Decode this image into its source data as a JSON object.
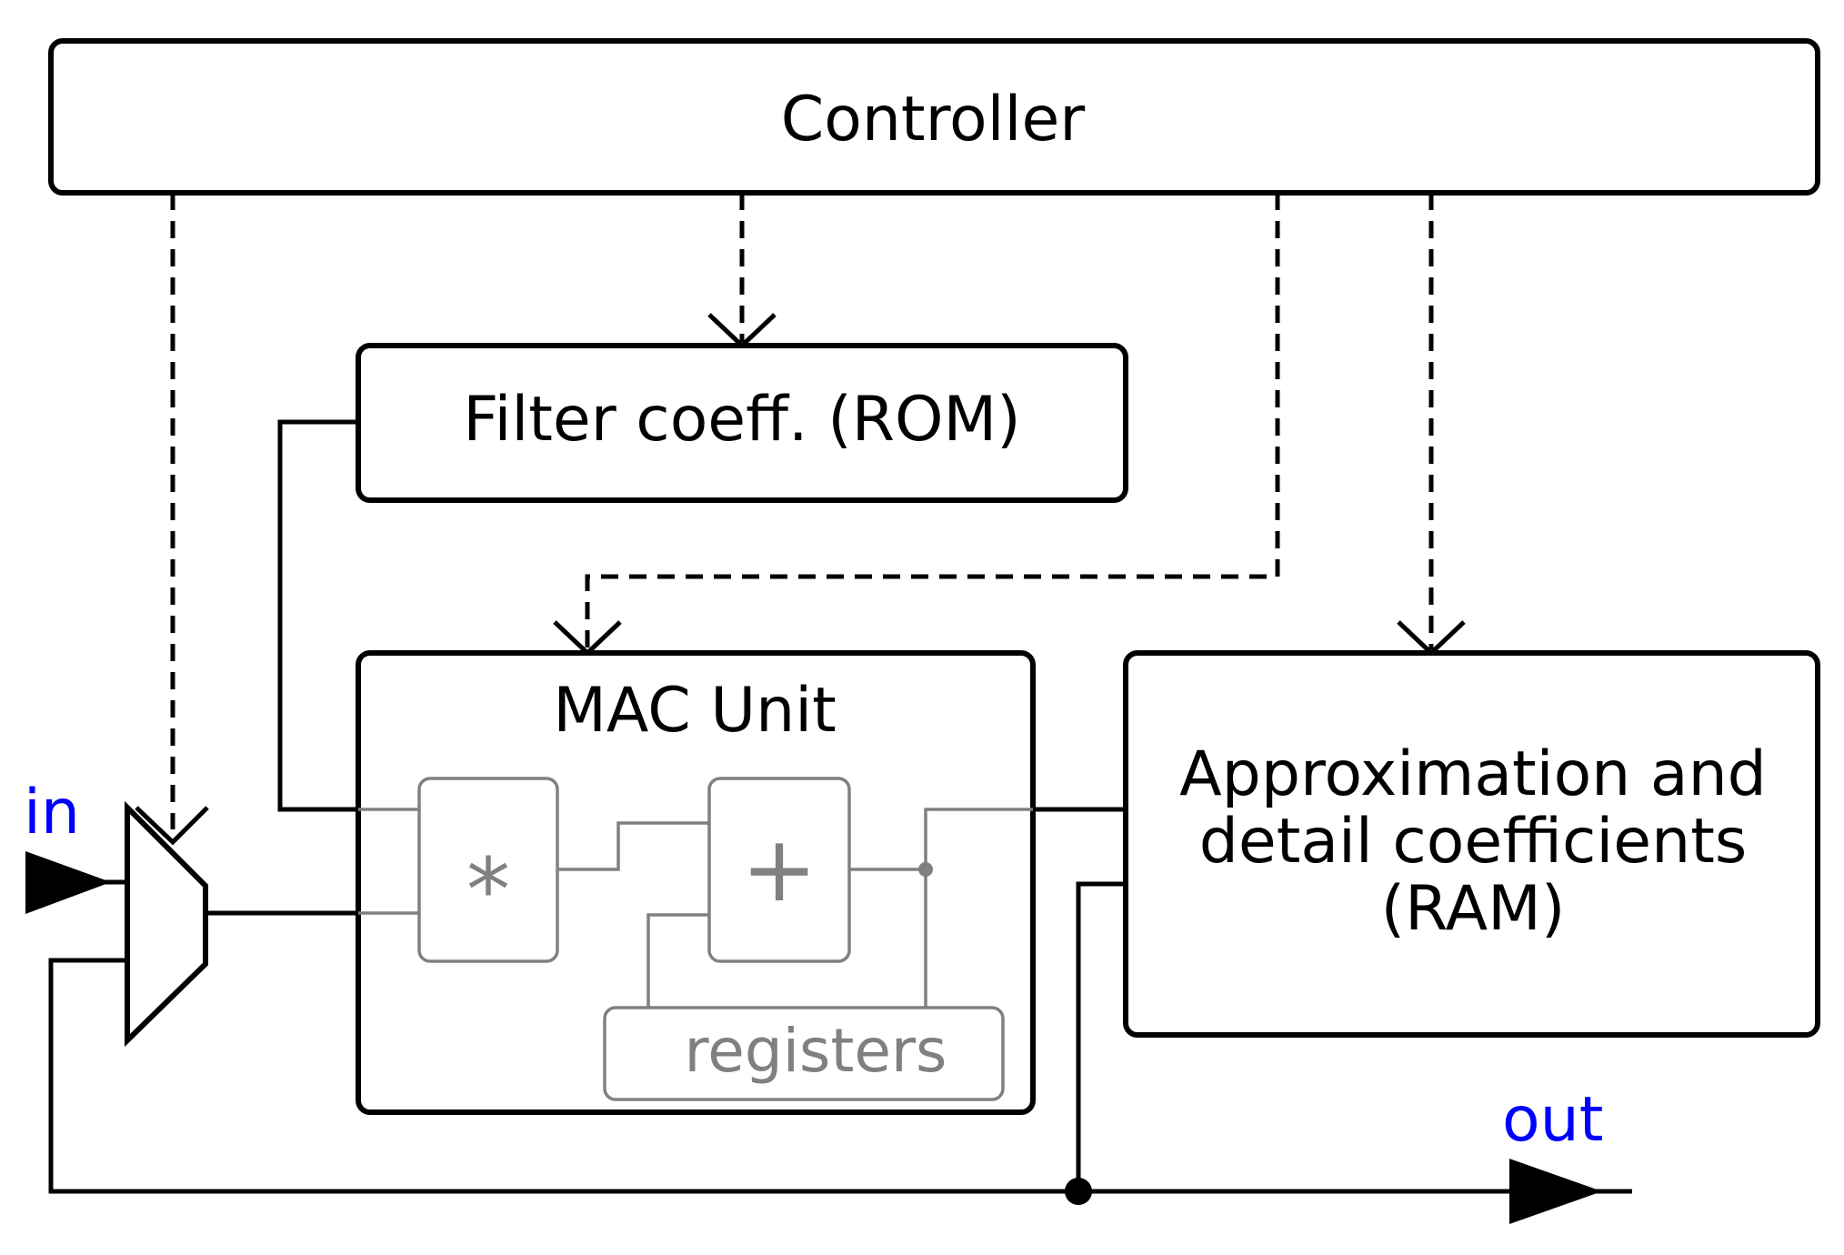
{
  "blocks": {
    "controller": "Controller",
    "rom": "Filter coeff. (ROM)",
    "mac": "MAC Unit",
    "multiply": "*",
    "add": "+",
    "registers": "registers",
    "ram_line1": "Approximation and",
    "ram_line2": "detail coefficients",
    "ram_line3": "(RAM)"
  },
  "ports": {
    "input": "in",
    "output": "out"
  },
  "colors": {
    "block_stroke": "#000000",
    "internal_stroke": "#808080",
    "port_label": "#0000ff"
  }
}
